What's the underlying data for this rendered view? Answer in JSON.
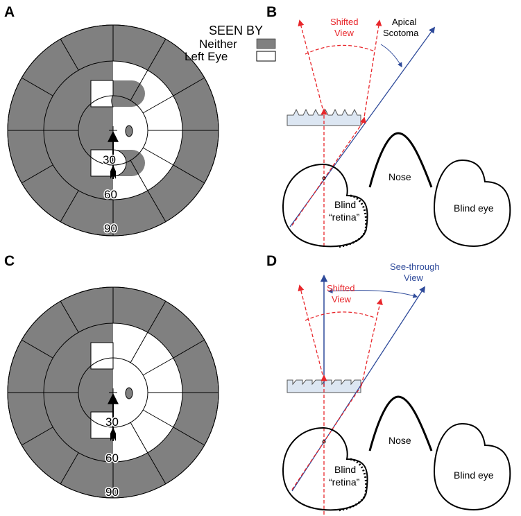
{
  "panels": {
    "a": "A",
    "b": "B",
    "c": "C",
    "d": "D"
  },
  "legend": {
    "title": "SEEN BY",
    "items": [
      {
        "label": "Neither",
        "color": "#808080"
      },
      {
        "label": "Left Eye",
        "color": "#ffffff"
      }
    ]
  },
  "eccentricity": {
    "e30": "30",
    "e60": "60",
    "e90": "90"
  },
  "panel_b": {
    "shifted": [
      "Shifted",
      "View"
    ],
    "apical": [
      "Apical",
      "Scotoma"
    ],
    "nose": "Nose",
    "blind": [
      "Blind",
      "“retina”"
    ],
    "blind_eye": "Blind eye"
  },
  "panel_d": {
    "shifted": [
      "Shifted",
      "View"
    ],
    "see_through": [
      "See-through",
      "View"
    ],
    "nose": "Nose",
    "blind": [
      "Blind",
      "“retina”"
    ],
    "blind_eye": "Blind eye"
  },
  "colors": {
    "field_gray": "#808080",
    "red": "#e8262b",
    "blue": "#2e4a9a",
    "prism": "#dce6f2"
  }
}
